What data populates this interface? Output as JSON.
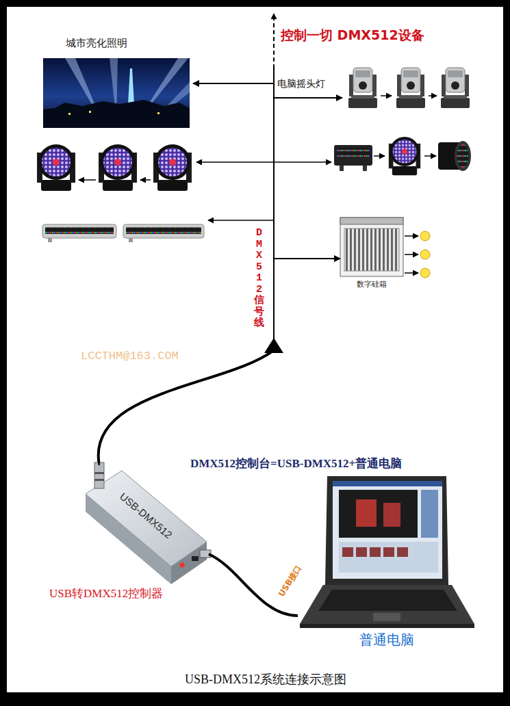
{
  "diagram": {
    "caption": "USB-DMX512系统连接示意图",
    "nodes": [
      {
        "text": [
          "城市亮化照明"
        ]
      },
      {
        "text": [
          "电脑摇头灯"
        ]
      },
      {
        "text": [
          "数字硅箱"
        ]
      },
      {
        "text": [
          "USB-DMX512",
          "USB转DMX512控制器"
        ]
      },
      {
        "text": [
          "普通电脑"
        ]
      }
    ],
    "edges": [
      {
        "from": 3,
        "to": 0,
        "arrow": "to"
      },
      {
        "from": 3,
        "to": 1,
        "arrow": "to"
      },
      {
        "from": 3,
        "to": 2,
        "arrow": "to"
      },
      {
        "from": 3,
        "to": 4,
        "arrow": "none"
      }
    ],
    "labels": [
      "控制一切 DMX512设备",
      "DMX512信号线",
      "LCCTHM@163.COM",
      "DMX512控制台=USB-DMX512+普通电脑",
      "USB接口"
    ]
  }
}
